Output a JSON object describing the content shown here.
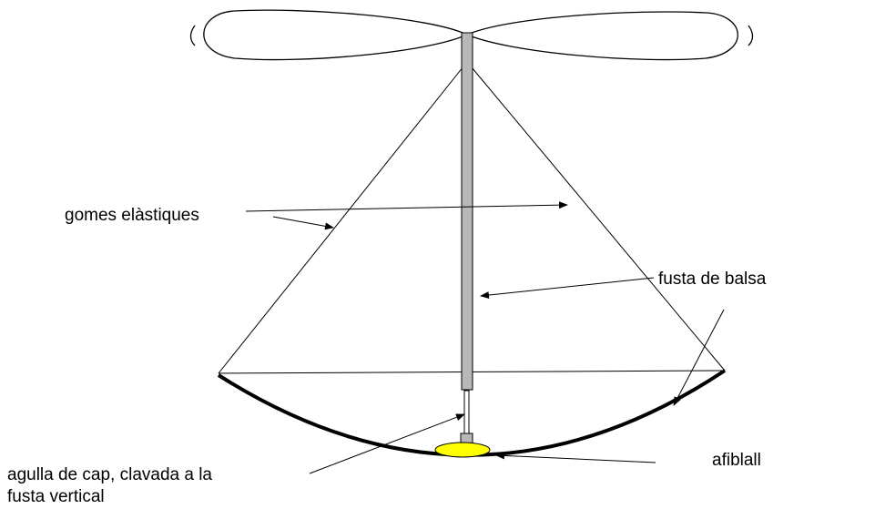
{
  "labels": {
    "rubber_bands": "gomes elàstiques",
    "balsa_wood": "fusta de balsa",
    "pin_line1": "agulla de cap, clavada a la",
    "pin_line2": "fusta vertical",
    "thumbtack": "afiblall"
  },
  "colors": {
    "stick_fill": "#b8b8b8",
    "thumbtack": "#ffff00",
    "ink": "#000000"
  }
}
